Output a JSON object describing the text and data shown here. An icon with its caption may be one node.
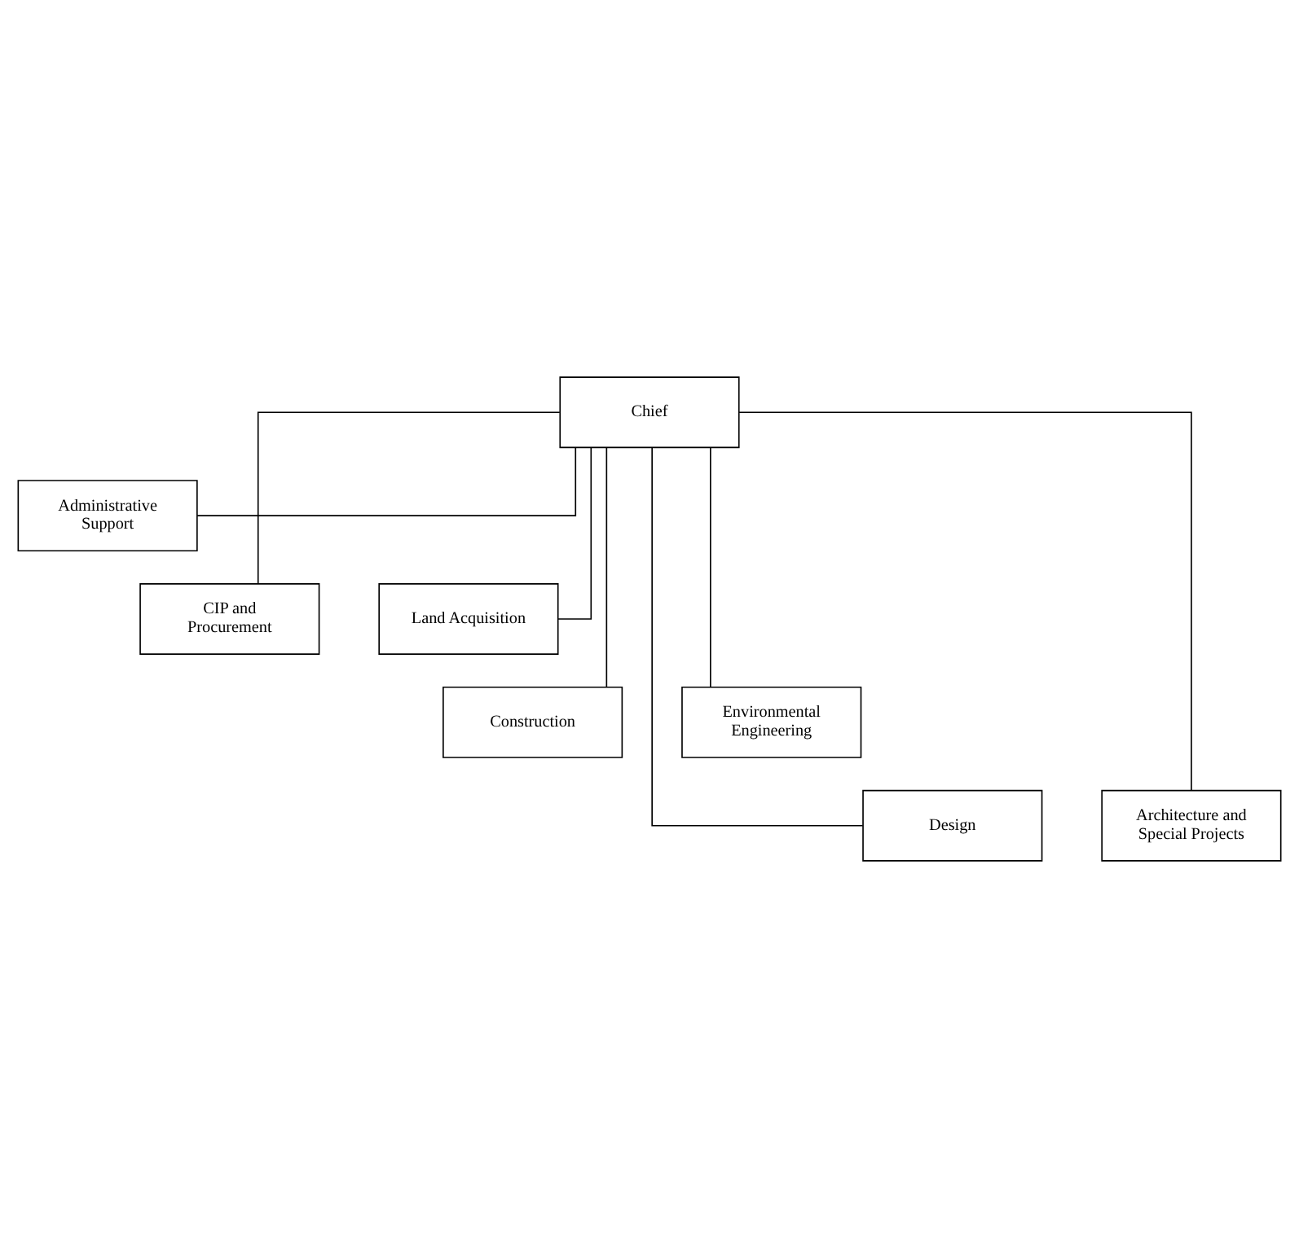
{
  "diagram": {
    "nodes": [
      {
        "text": [
          "Chief"
        ]
      },
      {
        "text": [
          "Administrative Support"
        ]
      },
      {
        "text": [
          "CIP and Procurement"
        ]
      },
      {
        "text": [
          "Land Acquisition"
        ]
      },
      {
        "text": [
          "Construction"
        ]
      },
      {
        "text": [
          "Environmental Engineering"
        ]
      },
      {
        "text": [
          "Design"
        ]
      },
      {
        "text": [
          "Architecture and Special Projects"
        ]
      }
    ],
    "edges": [
      {
        "from": 0,
        "to": 1,
        "arrow": "none"
      },
      {
        "from": 0,
        "to": 2,
        "arrow": "none"
      },
      {
        "from": 0,
        "to": 3,
        "arrow": "none"
      },
      {
        "from": 0,
        "to": 4,
        "arrow": "none"
      },
      {
        "from": 0,
        "to": 5,
        "arrow": "none"
      },
      {
        "from": 0,
        "to": 6,
        "arrow": "none"
      },
      {
        "from": 0,
        "to": 7,
        "arrow": "none"
      }
    ]
  }
}
